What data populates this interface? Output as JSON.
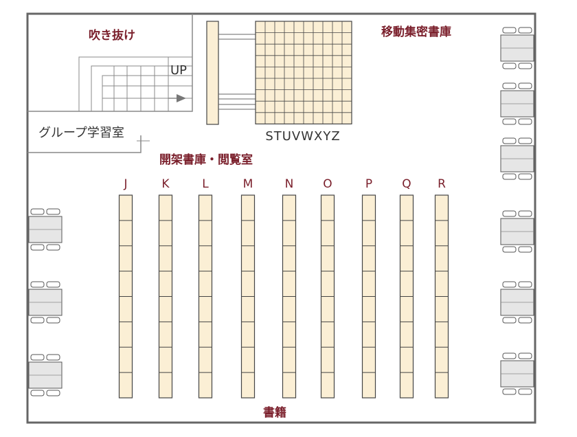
{
  "labels": {
    "atrium": "吹き抜け",
    "up": "UP",
    "group_study": "グループ学習室",
    "open_stacks": "開架書庫・閲覧室",
    "mobile_stacks": "移動集密書庫",
    "mobile_letters": "STUVWXYZ",
    "books": "書籍"
  },
  "shelves": [
    "J",
    "K",
    "L",
    "M",
    "N",
    "O",
    "P",
    "Q",
    "R"
  ],
  "colors": {
    "wall": "#666666",
    "line": "#888888",
    "shelf_fill": "#fbefd5",
    "shelf_stroke": "#444444",
    "table_fill": "#e6e6e6",
    "label": "#7a1f2b"
  }
}
